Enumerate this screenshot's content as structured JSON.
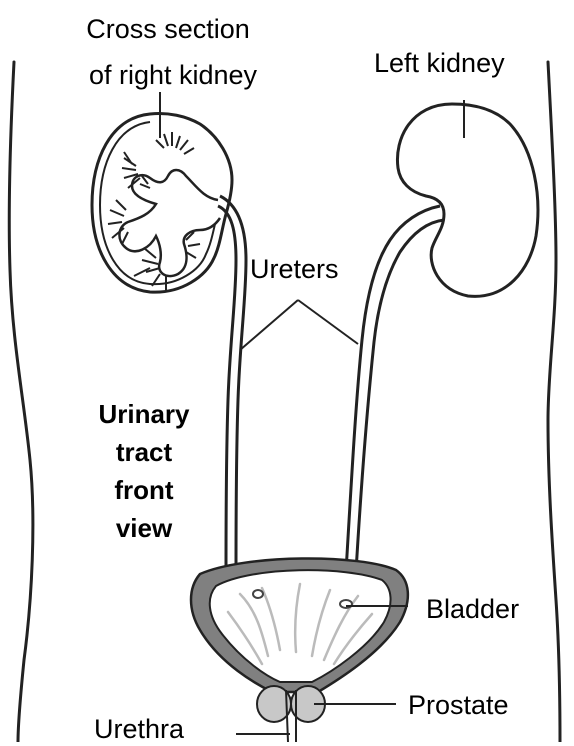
{
  "labels": {
    "right_kidney_line1": "Cross section",
    "right_kidney_line2": "of right kidney",
    "left_kidney": "Left kidney",
    "ureters": "Ureters",
    "title_line1": "Urinary",
    "title_line2": "tract",
    "title_line3": "front",
    "title_line4": "view",
    "bladder": "Bladder",
    "prostate": "Prostate",
    "urethra": "Urethra"
  },
  "colors": {
    "outline": "#222222",
    "bladder_wall": "#808080",
    "prostate_fill": "#c8c8c8",
    "background": "#ffffff"
  }
}
